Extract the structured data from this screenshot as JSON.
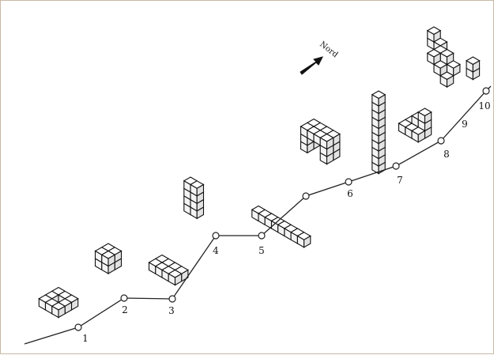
{
  "compass": {
    "label": "Nord",
    "arrow_icon": "north-arrow-icon"
  },
  "waypoints": [
    {
      "label": ""
    },
    {
      "label": "1"
    },
    {
      "label": "2"
    },
    {
      "label": "3"
    },
    {
      "label": "4"
    },
    {
      "label": "5"
    },
    {
      "label": ""
    },
    {
      "label": "6"
    },
    {
      "label": "7"
    },
    {
      "label": "8"
    },
    {
      "label": "9"
    },
    {
      "label": "10"
    }
  ],
  "structures": [
    {
      "name": "structure-octagon-ring"
    },
    {
      "name": "structure-cube-block"
    },
    {
      "name": "structure-l-slab"
    },
    {
      "name": "structure-tower-short"
    },
    {
      "name": "structure-long-wall"
    },
    {
      "name": "structure-arch"
    },
    {
      "name": "structure-tower-tall"
    },
    {
      "name": "structure-stepped-cluster"
    },
    {
      "name": "structure-scattered-cluster"
    }
  ],
  "colors": {
    "ink": "#111111",
    "frame": "#c8b9a6",
    "background": "#ffffff"
  }
}
